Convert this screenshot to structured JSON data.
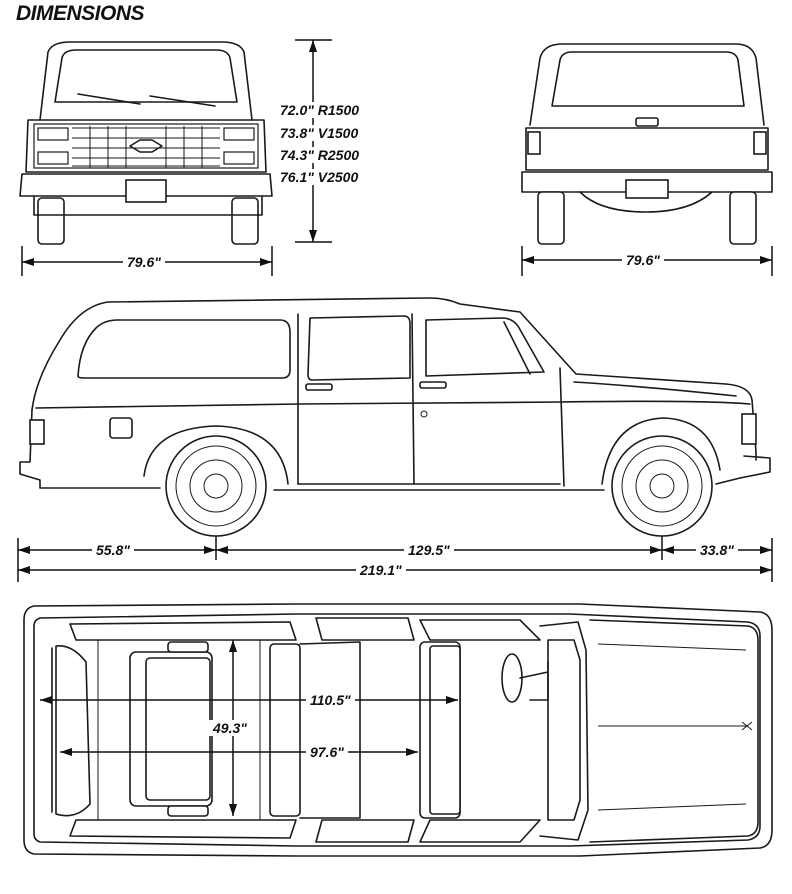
{
  "title": "DIMENSIONS",
  "front_view": {
    "width_label": "79.6\""
  },
  "height_labels": [
    "72.0\" R1500",
    "73.8\" V1500",
    "74.3\" R2500",
    "76.1\" V2500"
  ],
  "rear_view": {
    "width_label": "79.6\""
  },
  "side_view": {
    "front_overhang_label": "55.8\"",
    "wheelbase_label": "129.5\"",
    "rear_overhang_label": "33.8\"",
    "overall_length_label": "219.1\""
  },
  "top_view": {
    "cargo_length_1_label": "110.5\"",
    "cargo_length_2_label": "97.6\"",
    "cargo_width_label": "49.3\""
  }
}
